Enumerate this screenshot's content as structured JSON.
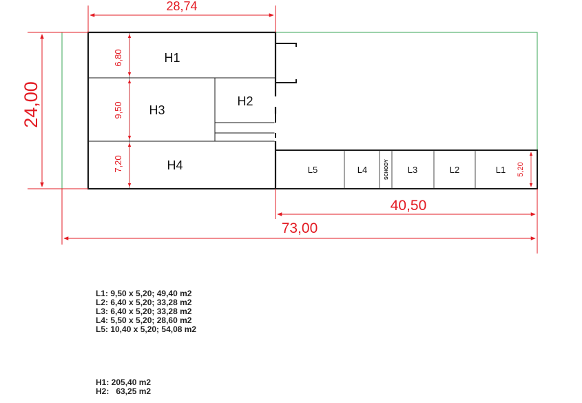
{
  "dimensions": {
    "top_width": "28,74",
    "left_height": "24,00",
    "right_width": "40,50",
    "total_width": "73,00",
    "h1_height": "6,80",
    "h3_height": "9,50",
    "h4_height": "7,20",
    "l_height": "5,20"
  },
  "rooms": {
    "h1": "H1",
    "h2": "H2",
    "h3": "H3",
    "h4": "H4",
    "l1": "L1",
    "l2": "L2",
    "l3": "L3",
    "l4": "L4",
    "l5": "L5",
    "stairs": "SCHODY"
  },
  "legend_l": [
    "L1: 9,50 x 5,20; 49,40 m2",
    "L2: 6,40 x 5,20; 33,28 m2",
    "L3: 6,40 x 5,20; 33,28 m2",
    "L4: 5,50 x 5,20; 28,60 m2",
    "L5: 10,40 x 5,20; 54,08 m2"
  ],
  "legend_h": [
    "H1: 205,40 m2",
    "H2:   63,25 m2"
  ],
  "colors": {
    "dimension": "#e31b23",
    "plot_boundary": "#3aa655",
    "walls": "#1a1a1a"
  }
}
